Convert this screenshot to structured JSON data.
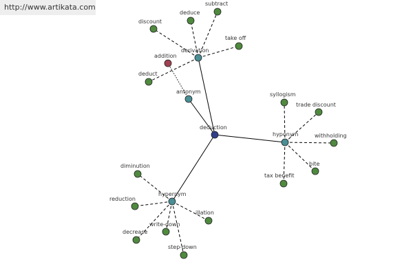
{
  "header": {
    "url": "http://www.artikata.com"
  },
  "colors": {
    "center": "#2f3f8a",
    "relation": "#4a8f95",
    "word": "#4f8a3f",
    "highlight": "#a04050"
  },
  "graph": {
    "center": "deduction",
    "relations": {
      "derivation": "derivation",
      "antonym": "antonym",
      "hyponym": "hyponym",
      "hypernym": "hypernym"
    },
    "derivation_words": [
      "discount",
      "deduce",
      "subtract",
      "take off",
      "addition",
      "deduct"
    ],
    "hyponym_words": [
      "syllogism",
      "trade discount",
      "withholding",
      "bite",
      "tax benefit"
    ],
    "hypernym_words": [
      "diminution",
      "reduction",
      "illation",
      "decrease",
      "write-down",
      "step-down"
    ]
  }
}
